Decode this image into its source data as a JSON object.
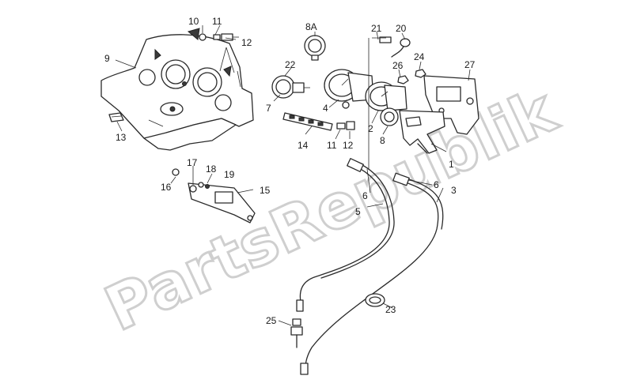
{
  "watermark": "PartsRepublik",
  "callouts": {
    "c1": "1",
    "c2": "2",
    "c3": "3",
    "c4": "4",
    "c5": "5",
    "c6a": "6",
    "c6b": "6",
    "c7": "7",
    "c8": "8",
    "c8a": "8A",
    "c9": "9",
    "c10": "10",
    "c11a": "11",
    "c11b": "11",
    "c12a": "12",
    "c12b": "12",
    "c13": "13",
    "c14": "14",
    "c15": "15",
    "c16": "16",
    "c17": "17",
    "c18": "18",
    "c19": "19",
    "c20": "20",
    "c21": "21",
    "c22": "22",
    "c23": "23",
    "c24": "24",
    "c25": "25",
    "c26": "26",
    "c27": "27"
  }
}
